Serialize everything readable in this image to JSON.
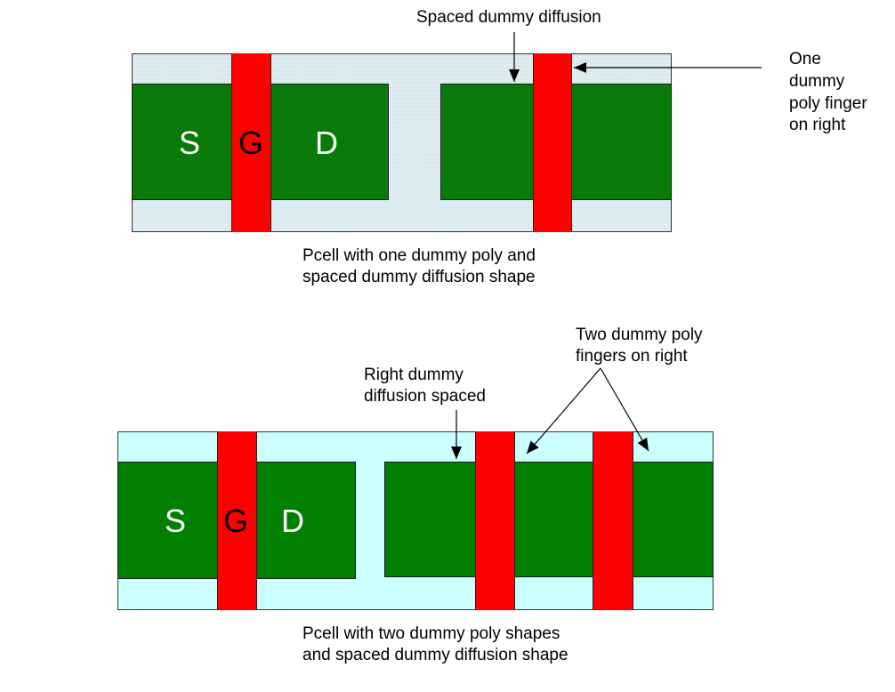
{
  "diagram_1": {
    "terminals": {
      "source": "S",
      "gate": "G",
      "drain": "D"
    },
    "annotations": {
      "spaced_dummy_diffusion": "Spaced dummy diffusion",
      "dummy_poly_finger": [
        "One",
        "dummy",
        "poly finger",
        "on right"
      ]
    },
    "caption": [
      "Pcell with one dummy poly and",
      "spaced dummy diffusion shape"
    ]
  },
  "diagram_2": {
    "terminals": {
      "source": "S",
      "gate": "G",
      "drain": "D"
    },
    "annotations": {
      "right_dummy_diffusion": [
        "Right dummy",
        "diffusion spaced"
      ],
      "two_dummy_poly_fingers": [
        "Two dummy poly",
        "fingers on right"
      ]
    },
    "caption": [
      "Pcell with two dummy poly shapes",
      "and spaced dummy diffusion shape"
    ]
  },
  "colors": {
    "diffusion": "#007f00",
    "poly": "#ff0000",
    "substrate_1": "#dfeef2",
    "substrate_2": "#ccffff"
  }
}
